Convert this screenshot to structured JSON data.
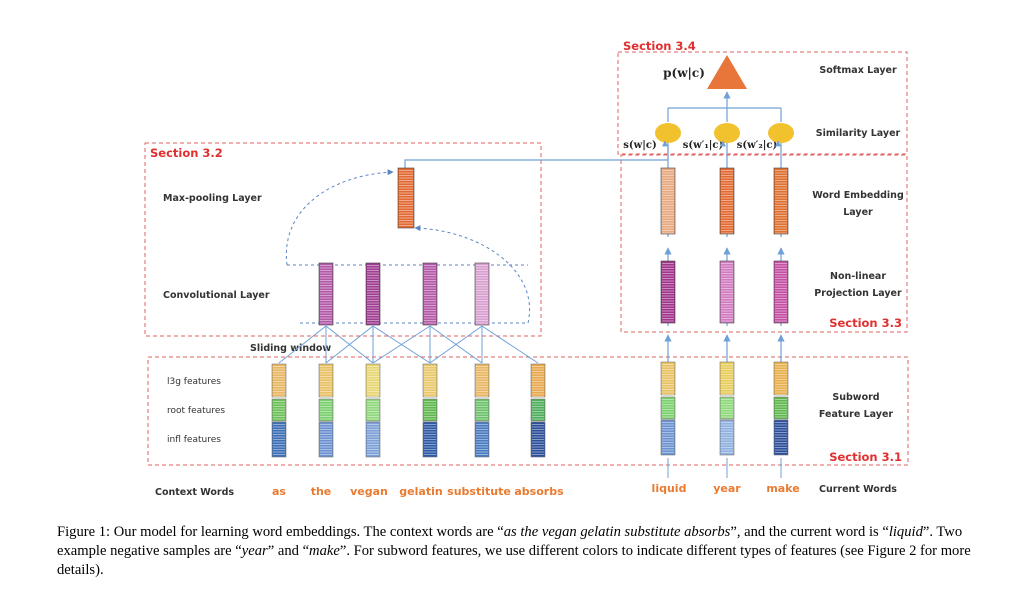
{
  "sections": {
    "s31": "Section 3.1",
    "s32": "Section 3.2",
    "s33": "Section 3.3",
    "s34": "Section 3.4"
  },
  "layers": {
    "softmax": "Softmax Layer",
    "similarity": "Similarity Layer",
    "word_embedding": [
      "Word Embedding",
      "Layer"
    ],
    "nonlinear": [
      "Non-linear",
      "Projection Layer"
    ],
    "subword": [
      "Subword",
      "Feature Layer"
    ],
    "maxpool": "Max-pooling Layer",
    "conv": "Convolutional Layer",
    "sliding": "Sliding window"
  },
  "feature_labels": [
    "l3g features",
    "root features",
    "infl features"
  ],
  "context_words_label": "Context Words",
  "current_words_label": "Current Words",
  "context_words": [
    "as",
    "the",
    "vegan",
    "gelatin",
    "substitute",
    "absorbs"
  ],
  "current_words": [
    "liquid",
    "year",
    "make"
  ],
  "math": {
    "prob": "p(w|c)",
    "sims": [
      "s(w|c)",
      "s(w′₁|c)",
      "s(w′₂|c)"
    ]
  },
  "caption": {
    "p1": "Figure 1: Our model for learning word embeddings. The context words are “",
    "i1": "as the vegan gelatin substitute absorbs",
    "p2": "”, and the current word is “",
    "i2": "liquid",
    "p3": "”. Two example negative samples are “",
    "i3": "year",
    "p4": "” and “",
    "i4": "make",
    "p5": "”. For subword features, we use different colors to indicate different types of features (see Figure 2 for more details)."
  },
  "colors": {
    "dashed_box": "#e06060",
    "section_text": "#e03030",
    "word_text": "#ea7a30",
    "connector": "#6fa0d8",
    "softmax_triangle": "#e8753a",
    "similarity_node": "#f2c12e",
    "l3g": "#e8b763",
    "root": "#6dbf5a",
    "infl": "#3d6fb5",
    "pooled": "#e26a32",
    "conv": "#b25aa7",
    "projection": "#a2348c"
  }
}
